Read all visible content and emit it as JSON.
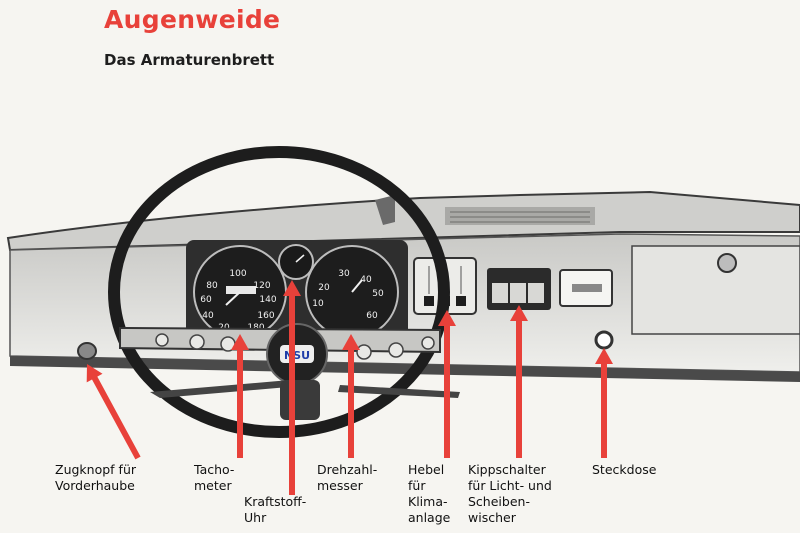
{
  "header": {
    "title": "Augenweide",
    "subtitle": "Das Armaturenbrett"
  },
  "colors": {
    "accent_red": "#e8413a",
    "dashboard_dark": "#2a2a2a",
    "dashboard_light": "#d9d9d7",
    "paper": "#f6f5f1"
  },
  "dashboard": {
    "speedometer_ticks": [
      "100",
      "80",
      "120",
      "60",
      "140",
      "40",
      "160",
      "20",
      "180"
    ],
    "tachometer_ticks": [
      "30",
      "40",
      "20",
      "50",
      "10",
      "60"
    ],
    "badge": "NSU"
  },
  "callouts": [
    {
      "lines": [
        "Zugknopf für",
        "Vorderhaube"
      ]
    },
    {
      "lines": [
        "Tacho-",
        "meter"
      ]
    },
    {
      "lines": [
        "Kraftstoff-",
        "Uhr"
      ]
    },
    {
      "lines": [
        "Drehzahl-",
        "messer"
      ]
    },
    {
      "lines": [
        "Hebel",
        "für",
        "Klima-",
        "anlage"
      ]
    },
    {
      "lines": [
        "Kippschalter",
        "für Licht- und",
        "Scheiben-",
        "wischer"
      ]
    },
    {
      "lines": [
        "Steckdose"
      ]
    }
  ]
}
